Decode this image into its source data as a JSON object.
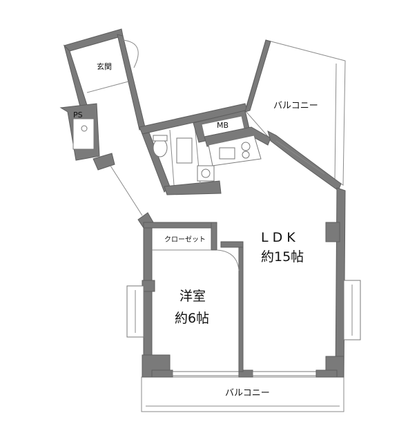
{
  "rooms": {
    "entrance": "玄関",
    "ps": "PS",
    "mb": "MB",
    "closet": "クローゼット",
    "balcony_top": "バルコニー",
    "balcony_bottom": "バルコニー",
    "ldk_name": "L D K",
    "ldk_size": "約15帖",
    "western_name": "洋室",
    "western_size": "約6帖"
  },
  "colors": {
    "wall": "#7a7a7a",
    "line": "#8a8a8a",
    "background": "#ffffff"
  }
}
